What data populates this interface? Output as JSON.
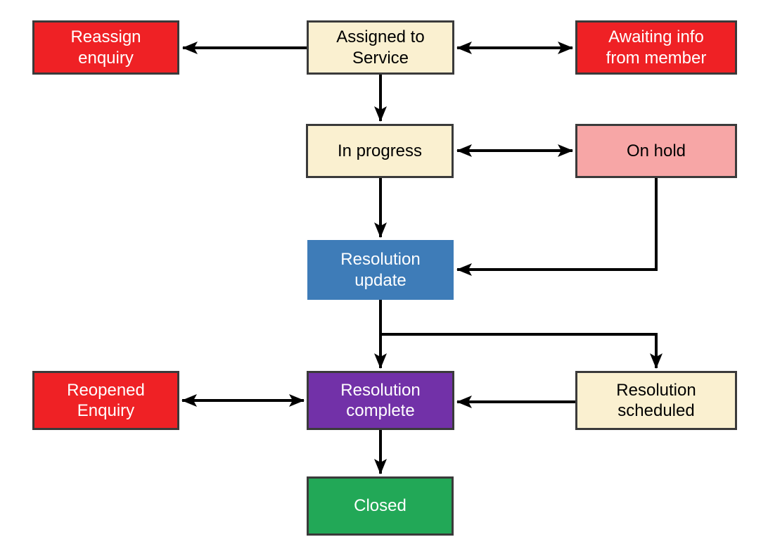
{
  "diagram_type": "flowchart",
  "colors": {
    "node_red": "#ef2125",
    "node_cream": "#faf0d0",
    "node_pink": "#f7a6a6",
    "node_blue": "#3e7cb8",
    "node_purple": "#7231a8",
    "node_green": "#22a857",
    "node_border": "#3a3a3a",
    "arrow": "#000000",
    "background": "#ffffff"
  },
  "nodes": [
    {
      "id": "reassign-enquiry",
      "label": "Reassign\nenquiry",
      "fill": "#ef2125",
      "text_color": "#ffffff",
      "bordered": true
    },
    {
      "id": "assigned-to-service",
      "label": "Assigned to\nService",
      "fill": "#faf0d0",
      "text_color": "#000000",
      "bordered": true
    },
    {
      "id": "awaiting-info",
      "label": "Awaiting info\nfrom member",
      "fill": "#ef2125",
      "text_color": "#ffffff",
      "bordered": true
    },
    {
      "id": "in-progress",
      "label": "In progress",
      "fill": "#faf0d0",
      "text_color": "#000000",
      "bordered": true
    },
    {
      "id": "on-hold",
      "label": "On hold",
      "fill": "#f7a6a6",
      "text_color": "#000000",
      "bordered": true
    },
    {
      "id": "resolution-update",
      "label": "Resolution\nupdate",
      "fill": "#3e7cb8",
      "text_color": "#ffffff",
      "bordered": false
    },
    {
      "id": "reopened-enquiry",
      "label": "Reopened\nEnquiry",
      "fill": "#ef2125",
      "text_color": "#ffffff",
      "bordered": true
    },
    {
      "id": "resolution-complete",
      "label": "Resolution\ncomplete",
      "fill": "#7231a8",
      "text_color": "#ffffff",
      "bordered": true
    },
    {
      "id": "resolution-scheduled",
      "label": "Resolution\nscheduled",
      "fill": "#faf0d0",
      "text_color": "#000000",
      "bordered": true
    },
    {
      "id": "closed",
      "label": "Closed",
      "fill": "#22a857",
      "text_color": "#ffffff",
      "bordered": true
    }
  ],
  "edges": [
    {
      "from": "assigned-to-service",
      "to": "reassign-enquiry",
      "arrow": "single"
    },
    {
      "from": "assigned-to-service",
      "to": "awaiting-info",
      "arrow": "double"
    },
    {
      "from": "assigned-to-service",
      "to": "in-progress",
      "arrow": "single"
    },
    {
      "from": "in-progress",
      "to": "on-hold",
      "arrow": "double"
    },
    {
      "from": "in-progress",
      "to": "resolution-update",
      "arrow": "single"
    },
    {
      "from": "on-hold",
      "to": "resolution-update",
      "arrow": "single"
    },
    {
      "from": "resolution-update",
      "to": "resolution-complete",
      "arrow": "single"
    },
    {
      "from": "resolution-update",
      "to": "resolution-scheduled",
      "arrow": "single"
    },
    {
      "from": "reopened-enquiry",
      "to": "resolution-complete",
      "arrow": "double"
    },
    {
      "from": "resolution-scheduled",
      "to": "resolution-complete",
      "arrow": "single"
    },
    {
      "from": "resolution-complete",
      "to": "closed",
      "arrow": "single"
    }
  ]
}
